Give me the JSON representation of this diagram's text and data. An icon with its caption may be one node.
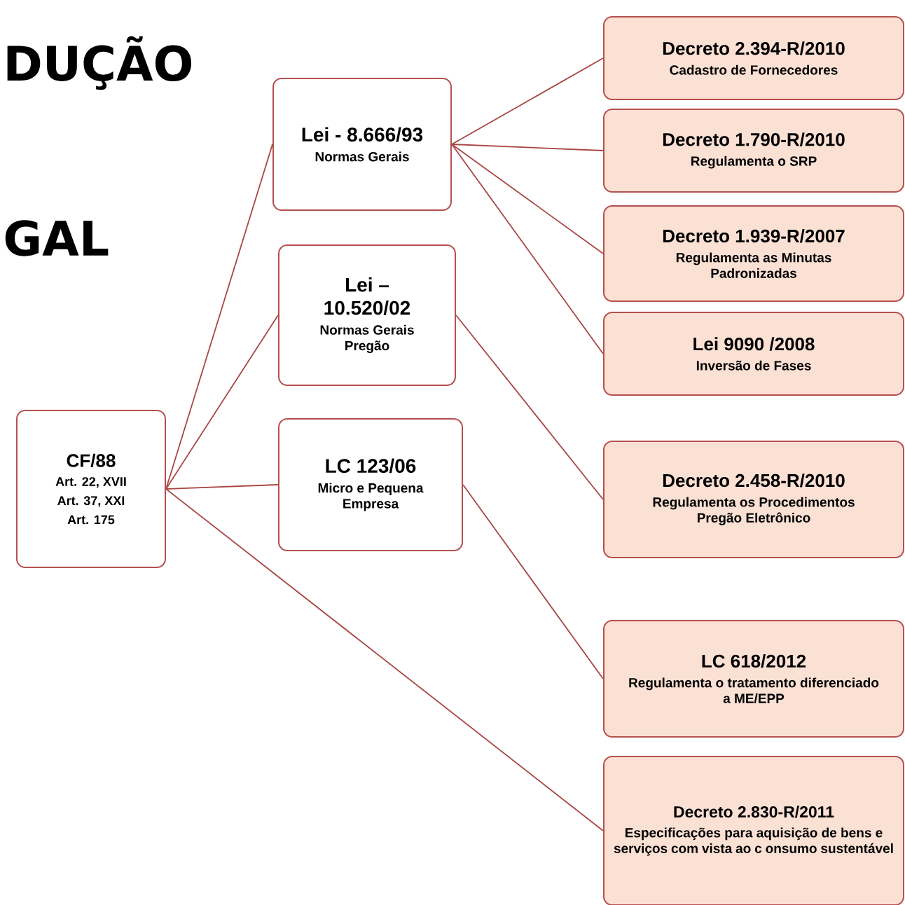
{
  "diagram": {
    "nodes": [
      {
        "text": [
          "CF/88",
          "Art. 22, XVII",
          "Art. 37, XXI",
          "Art. 175"
        ]
      },
      {
        "text": [
          "Lei - 8.666/93",
          "Normas Gerais"
        ]
      },
      {
        "text": [
          "Lei – 10.520/02",
          "Normas Gerais Pregão"
        ]
      },
      {
        "text": [
          "LC 123/06",
          "Micro e Pequena Empresa"
        ]
      },
      {
        "text": [
          "Decreto 2.394-R/2010",
          "Cadastro de Fornecedores"
        ]
      },
      {
        "text": [
          "Decreto 1.790-R/2010",
          "Regulamenta o SRP"
        ]
      },
      {
        "text": [
          "Decreto  1.939-R/2007",
          "Regulamenta as Minutas Padronizadas"
        ]
      },
      {
        "text": [
          "Lei 9090 /2008",
          "Inversão de Fases"
        ]
      },
      {
        "text": [
          "Decreto 2.458-R/2010",
          "Regulamenta os Procedimentos Pregão Eletrônico"
        ]
      },
      {
        "text": [
          "LC 618/2012",
          "Regulamenta o tratamento diferenciado a ME/EPP"
        ]
      },
      {
        "text": [
          "Decreto 2.830-R/2011",
          "Especificações  para aquisição  de bens e serviços com  vista ao c onsumo sustentável"
        ]
      }
    ],
    "edges": [
      {
        "from": 0,
        "to": 1,
        "arrow": "none"
      },
      {
        "from": 0,
        "to": 2,
        "arrow": "none"
      },
      {
        "from": 0,
        "to": 3,
        "arrow": "none"
      },
      {
        "from": 0,
        "to": 10,
        "arrow": "none"
      },
      {
        "from": 1,
        "to": 4,
        "arrow": "none"
      },
      {
        "from": 1,
        "to": 5,
        "arrow": "none"
      },
      {
        "from": 1,
        "to": 6,
        "arrow": "none"
      },
      {
        "from": 1,
        "to": 7,
        "arrow": "none"
      },
      {
        "from": 2,
        "to": 8,
        "arrow": "none"
      },
      {
        "from": 3,
        "to": 9,
        "arrow": "none"
      }
    ],
    "labels": [
      "DUÇÃO",
      "GAL"
    ]
  }
}
